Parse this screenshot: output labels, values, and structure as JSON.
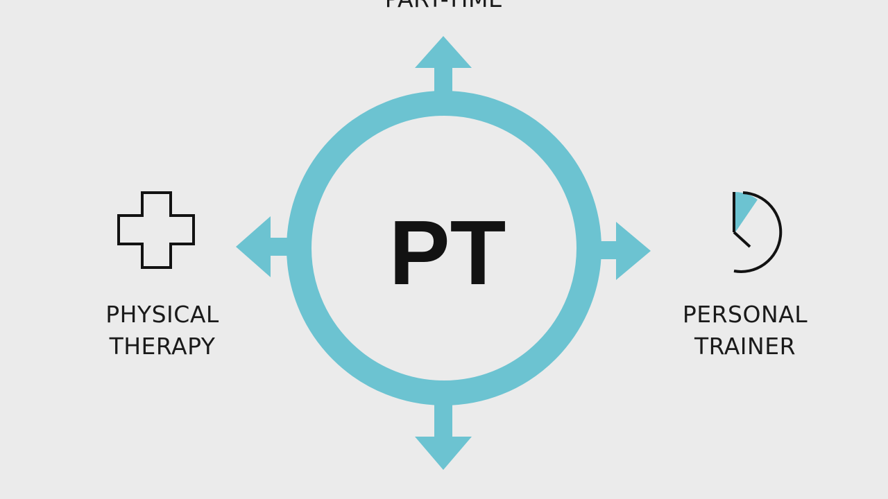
{
  "center": {
    "label": "PT"
  },
  "meanings": {
    "top": {
      "line1": "PART-TIME"
    },
    "left": {
      "line1": "PHYSICAL",
      "line2": "THERAPY"
    },
    "right": {
      "line1": "PERSONAL",
      "line2": "TRAINER"
    }
  },
  "icons": {
    "left": "medical-cross-icon",
    "right": "stopwatch-timer-icon"
  },
  "colors": {
    "accent": "#6cc3d1",
    "background": "#ebebeb",
    "text": "#121212"
  }
}
